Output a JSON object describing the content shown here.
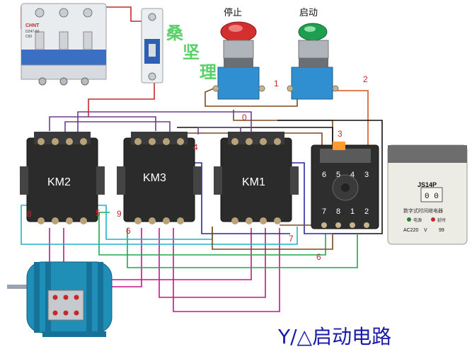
{
  "diagram": {
    "title": "Y/△启动电路",
    "stop_button_label": "停止",
    "start_button_label": "启动",
    "contactors": [
      {
        "label": "KM2"
      },
      {
        "label": "KM3"
      },
      {
        "label": "KM1"
      }
    ],
    "breaker_brand": "CHNT",
    "breaker_model": "DZ47-60",
    "breaker_rating": "C60",
    "timer": {
      "model": "JS14P",
      "subtitle": "数字式时间继电器",
      "power_label": "电源",
      "delay_label": "延时",
      "voltage": "AC220",
      "unit": "V",
      "time_unit": "99",
      "digits": "0 0"
    },
    "watermark_chars": [
      "桑",
      "坚",
      "理"
    ],
    "wire_numbers": [
      "0",
      "1",
      "2",
      "3",
      "4",
      "5",
      "6",
      "7",
      "8",
      "9"
    ],
    "socket_top_pins": [
      "6",
      "5",
      "4",
      "3"
    ],
    "socket_bottom_pins": [
      "7",
      "8",
      "1",
      "2"
    ],
    "colors": {
      "red": "#c62828",
      "brown": "#7a4a1e",
      "purple": "#6b3f8f",
      "magenta": "#c71585",
      "green": "#1fa84a",
      "cyan": "#20b2c8",
      "blue": "#2a2a9e",
      "black": "#111111",
      "title_blue": "#1a1aa8",
      "contactor_body": "#2b2b2b"
    }
  }
}
